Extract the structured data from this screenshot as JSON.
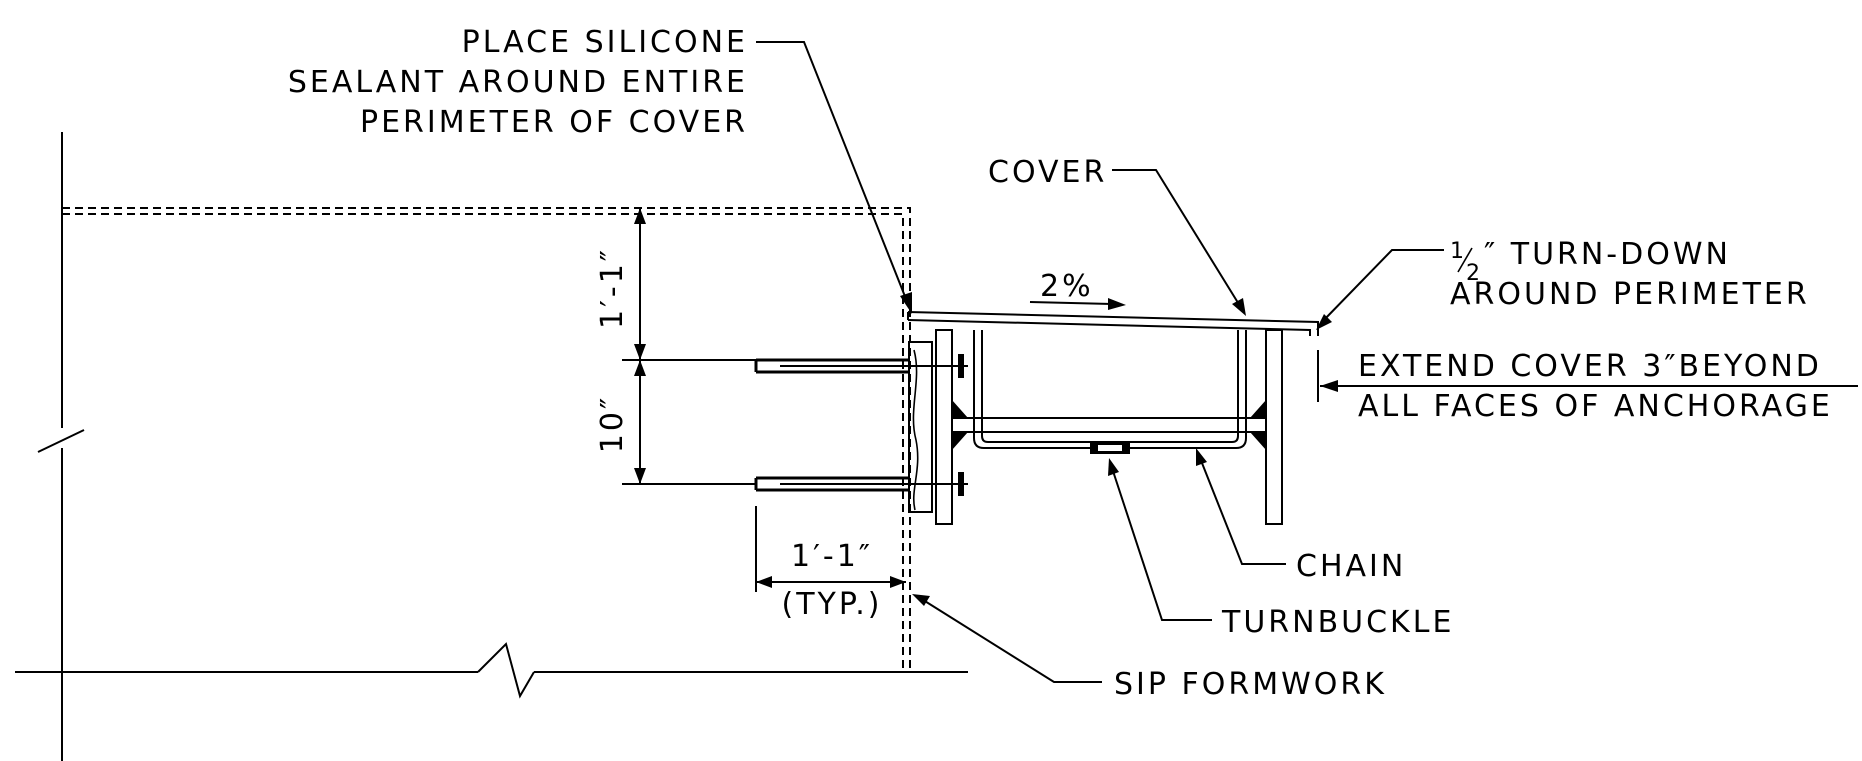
{
  "callouts": {
    "sealant": [
      "PLACE SILICONE",
      "SEALANT AROUND ENTIRE",
      "PERIMETER OF COVER"
    ],
    "cover": "COVER",
    "turn_down_fraction_num": "1",
    "turn_down_fraction_den": "2",
    "turn_down_line1": "″ TURN-DOWN",
    "turn_down_line2": "AROUND PERIMETER",
    "extend": [
      "EXTEND COVER 3″BEYOND",
      "ALL FACES OF ANCHORAGE"
    ],
    "chain": "CHAIN",
    "turnbuckle": "TURNBUCKLE",
    "sip_formwork": "SIP FORMWORK"
  },
  "dimensions": {
    "upper_vertical": "1′-1″",
    "lower_vertical": "10″",
    "horizontal": "1′-1″",
    "horizontal_note": "(TYP.)",
    "slope": "2%"
  }
}
